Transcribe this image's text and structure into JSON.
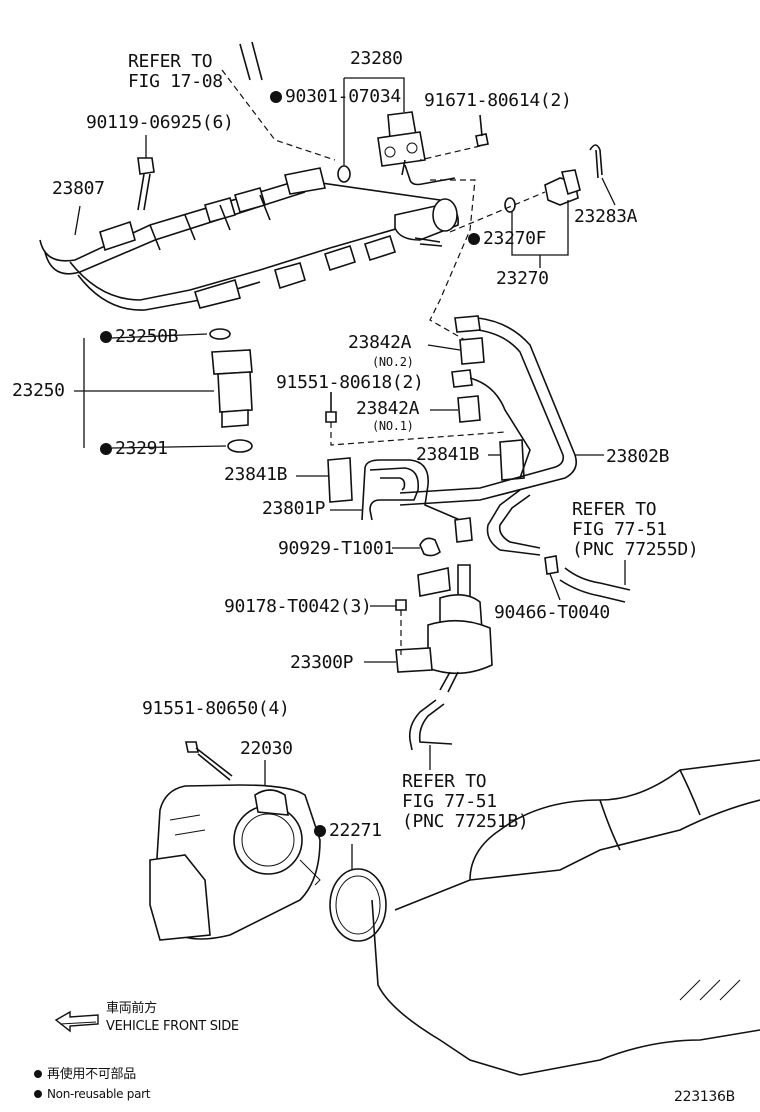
{
  "refs": {
    "fig_17_08": [
      "REFER TO",
      "FIG 17-08"
    ],
    "fig_77_51_a": [
      "REFER TO",
      "FIG 77-51",
      "(PNC 77255D)"
    ],
    "fig_77_51_b": [
      "REFER TO",
      "FIG 77-51",
      "(PNC 77251B)"
    ]
  },
  "parts": {
    "p23280": "23280",
    "p90301": "90301-07034",
    "p91671": "91671-80614(2)",
    "p90119": "90119-06925(6)",
    "p23807": "23807",
    "p23270F": "23270F",
    "p23283A": "23283A",
    "p23270": "23270",
    "p23250B": "23250B",
    "p23250": "23250",
    "p23291": "23291",
    "p23842A_1": "23842A",
    "p23842A_1_sub": "(NO.2)",
    "p91551_618": "91551-80618(2)",
    "p23842A_2": "23842A",
    "p23842A_2_sub": "(NO.1)",
    "p23841B_1": "23841B",
    "p23841B_2": "23841B",
    "p23802B": "23802B",
    "p23801P": "23801P",
    "p90929": "90929-T1001",
    "p90178": "90178-T0042(3)",
    "p90466": "90466-T0040",
    "p23300P": "23300P",
    "p91551_650": "91551-80650(4)",
    "p22030": "22030",
    "p22271": "22271"
  },
  "direction": {
    "jp": "車両前方",
    "en": "VEHICLE FRONT SIDE"
  },
  "legend": {
    "jp": "再使用不可部品",
    "en": "Non-reusable part"
  },
  "figure_id": "223136B"
}
